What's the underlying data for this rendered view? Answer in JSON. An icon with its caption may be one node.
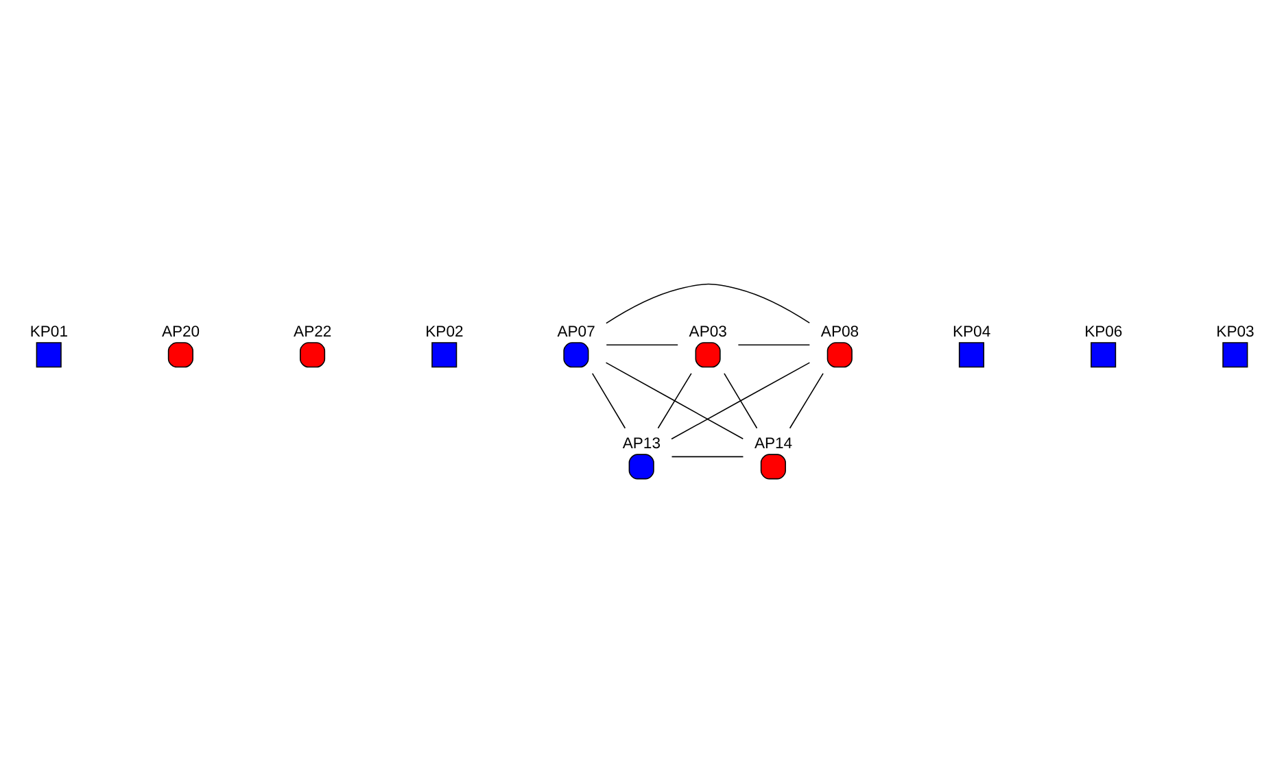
{
  "diagram": {
    "nodes": [
      {
        "text": [
          "KP01"
        ]
      },
      {
        "text": [
          "AP20"
        ]
      },
      {
        "text": [
          "AP22"
        ]
      },
      {
        "text": [
          "KP02"
        ]
      },
      {
        "text": [
          "AP07"
        ]
      },
      {
        "text": [
          "AP08"
        ]
      },
      {
        "text": [
          "AP03"
        ]
      },
      {
        "text": [
          "KP04"
        ]
      },
      {
        "text": [
          "KP06"
        ]
      },
      {
        "text": [
          "AP13"
        ]
      },
      {
        "text": [
          "AP14"
        ]
      },
      {
        "text": [
          "KP03"
        ]
      }
    ],
    "edges": [
      {
        "from": 4,
        "to": 5,
        "arrow": "none"
      },
      {
        "from": 4,
        "to": 6,
        "arrow": "none"
      },
      {
        "from": 4,
        "to": 9,
        "arrow": "none"
      },
      {
        "from": 4,
        "to": 10,
        "arrow": "none"
      },
      {
        "from": 6,
        "to": 5,
        "arrow": "none"
      },
      {
        "from": 6,
        "to": 9,
        "arrow": "none"
      },
      {
        "from": 6,
        "to": 10,
        "arrow": "none"
      },
      {
        "from": 5,
        "to": 9,
        "arrow": "none"
      },
      {
        "from": 5,
        "to": 10,
        "arrow": "none"
      },
      {
        "from": 9,
        "to": 10,
        "arrow": "none"
      }
    ]
  }
}
